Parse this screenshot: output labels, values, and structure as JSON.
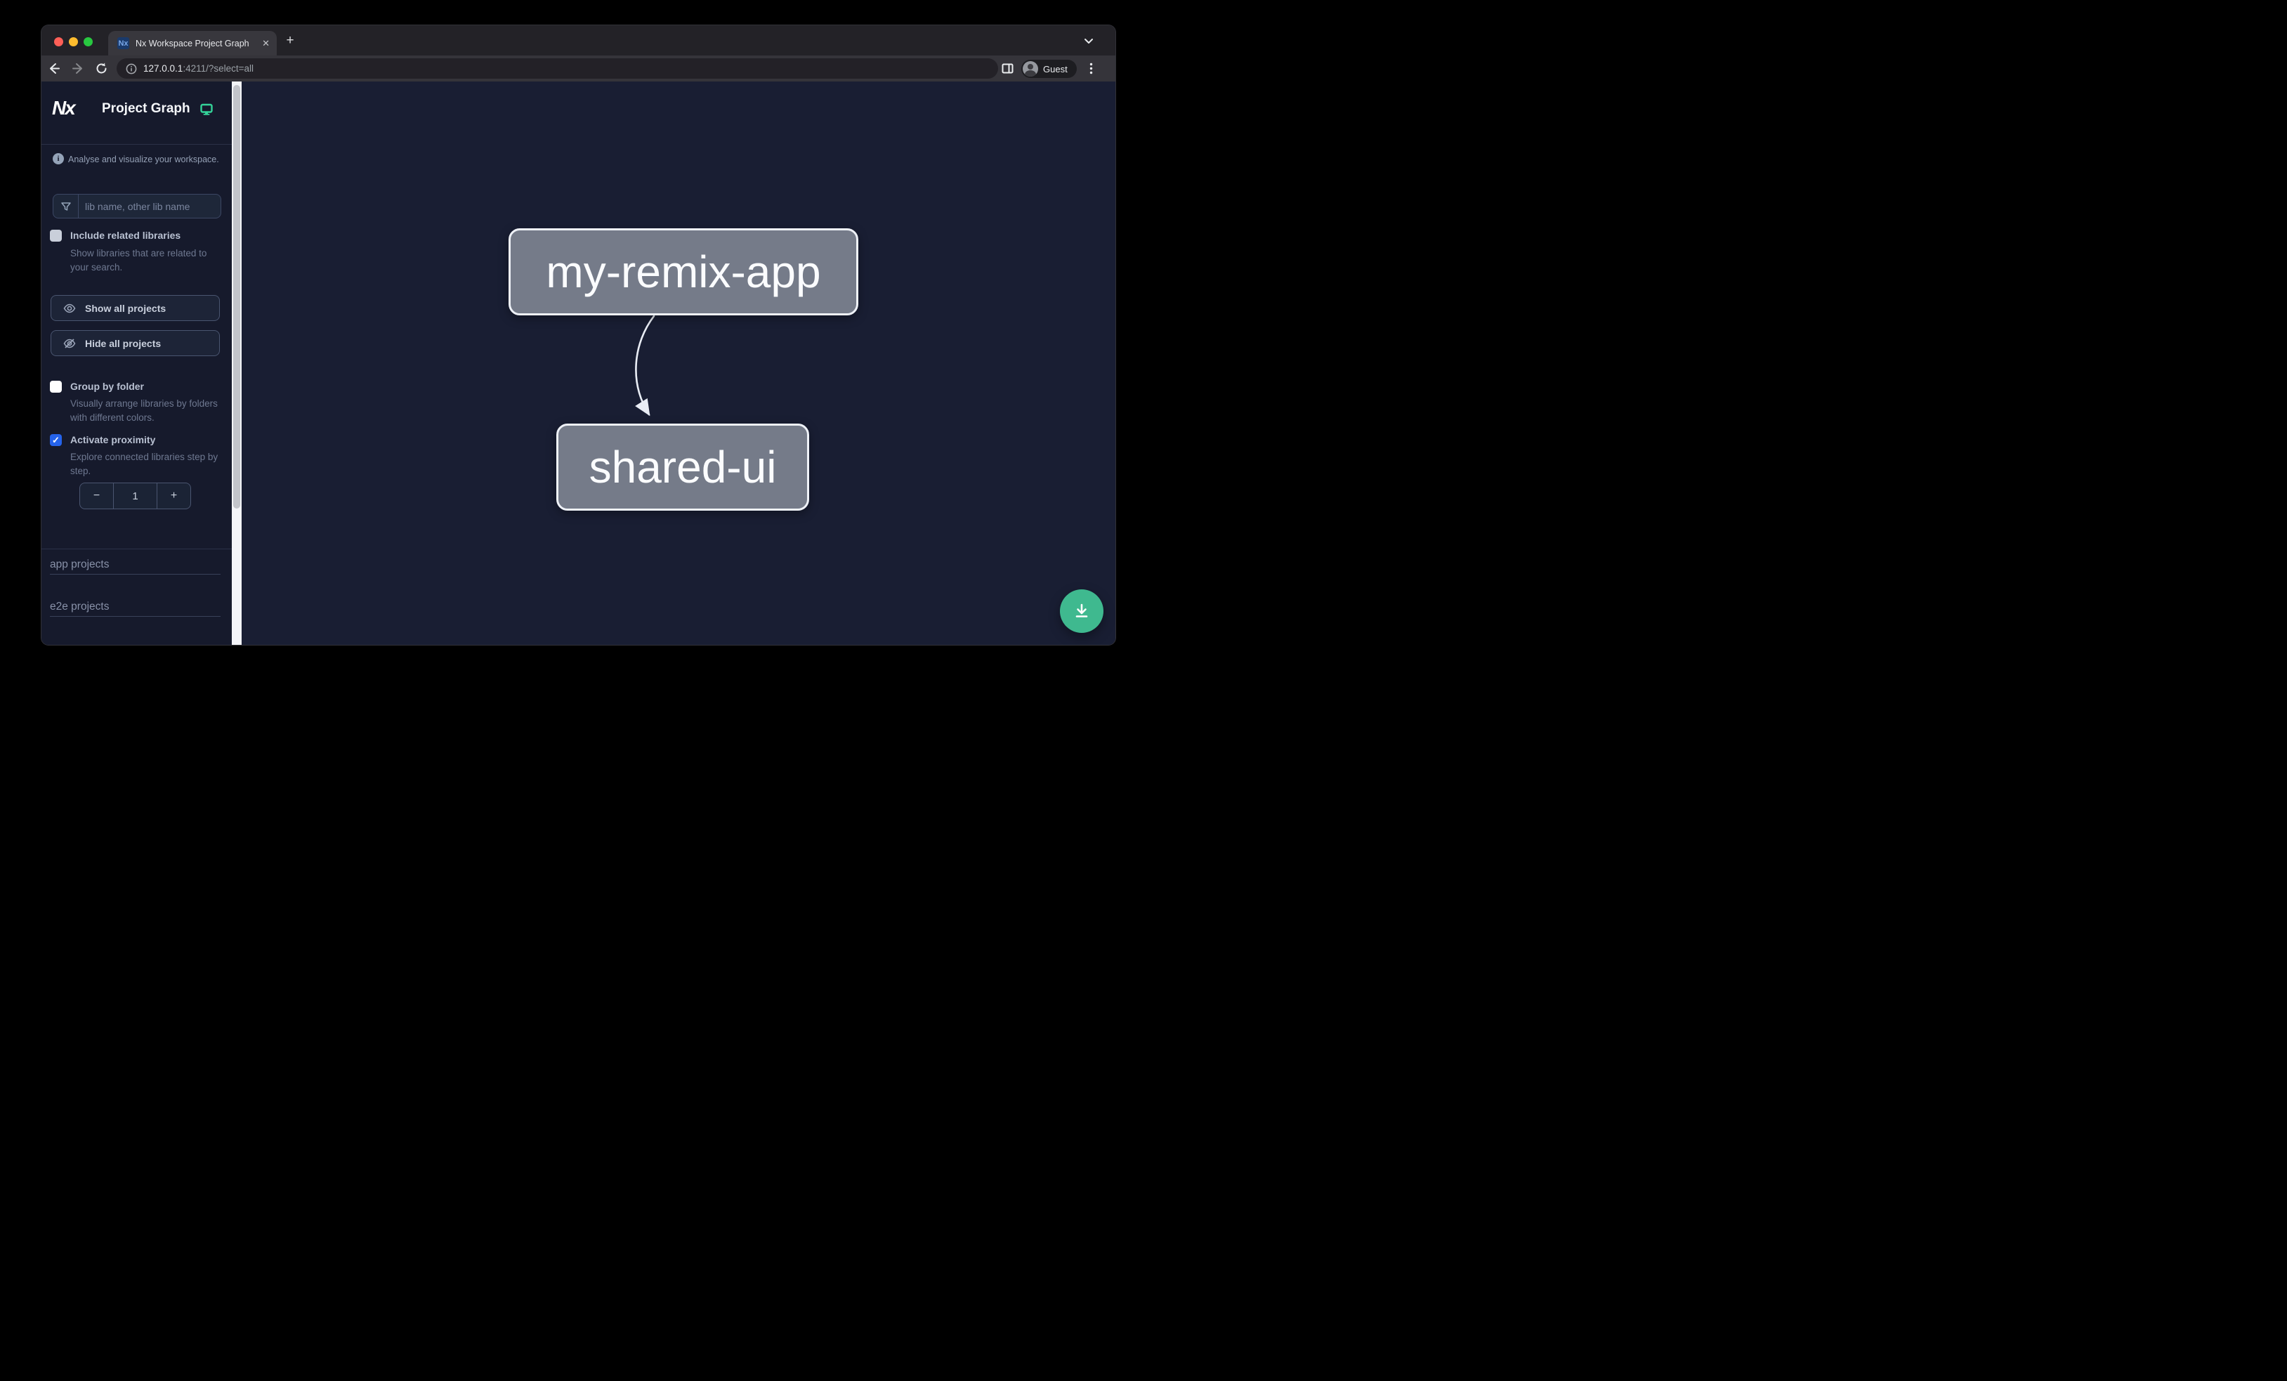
{
  "browser": {
    "tab_title": "Nx Workspace Project Graph",
    "favicon_glyph": "Nx",
    "tab_close_glyph": "✕",
    "new_tab_label": "+",
    "url_host": "127.0.0.1",
    "url_rest": ":4211/?select=all",
    "profile_label": "Guest"
  },
  "sidebar": {
    "logo_glyph": "Nx",
    "app_title": "Project Graph",
    "info_glyph": "i",
    "tagline": "Analyse and visualize your workspace.",
    "search": {
      "placeholder": "lib name, other lib name"
    },
    "options": [
      {
        "label": "Include related libraries",
        "description": "Show libraries that are related to your search.",
        "checked": false
      },
      {
        "label": "Group by folder",
        "description": "Visually arrange libraries by folders with different colors.",
        "checked": false
      },
      {
        "label": "Activate proximity",
        "description": "Explore connected libraries step by step.",
        "checked": true,
        "check_glyph": "✓"
      }
    ],
    "buttons": [
      {
        "label": "Show all projects"
      },
      {
        "label": "Hide all projects"
      }
    ],
    "stepper": {
      "decrement": "−",
      "value": "1",
      "increment": "+"
    },
    "sections": [
      {
        "label": "app projects"
      },
      {
        "label": "e2e projects"
      }
    ]
  },
  "graph": {
    "nodes": [
      {
        "id": "my-remix-app",
        "label": "my-remix-app"
      },
      {
        "id": "shared-ui",
        "label": "shared-ui"
      }
    ],
    "edges": [
      {
        "source": "my-remix-app",
        "target": "shared-ui"
      }
    ]
  },
  "colors": {
    "accent_blue": "#2563eb",
    "fab_green": "#3fb98f",
    "monitor_icon_green": "#34d399",
    "node_fill": "#757b89",
    "sidebar_bg": "#161a2c",
    "canvas_bg": "#191e33"
  }
}
